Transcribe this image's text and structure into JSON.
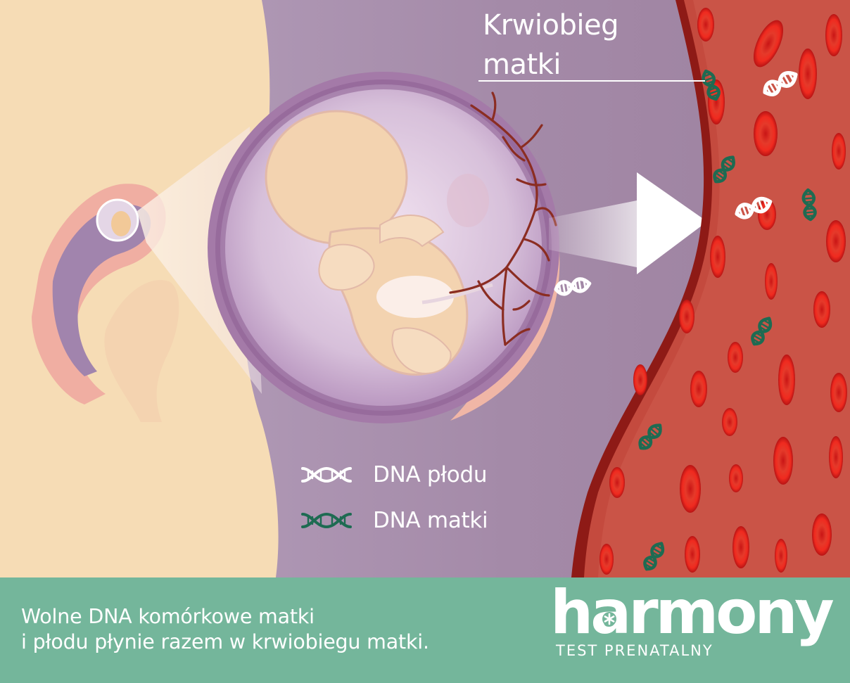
{
  "title": {
    "line1": "Krwiobieg",
    "line2": "matki"
  },
  "legend": [
    {
      "label": "DNA płodu",
      "icon": "dna-white-icon",
      "color": "#ffffff"
    },
    {
      "label": "DNA matki",
      "icon": "dna-green-icon",
      "color": "#1e6b52"
    }
  ],
  "caption": {
    "line1": "Wolne DNA komórkowe matki",
    "line2": "i płodu płynie razem w krwiobiegu matki."
  },
  "brand": {
    "name": "harmony",
    "trademark": "™",
    "tagline": "TEST PRENATALNY"
  },
  "colors": {
    "background": "#a78ba8",
    "skin": "#f6dcb5",
    "footer": "#74b69b",
    "vessel": "#c8463e",
    "blood_cell": "#e02222",
    "fetal_dna": "#ffffff",
    "maternal_dna": "#1e6b52"
  }
}
